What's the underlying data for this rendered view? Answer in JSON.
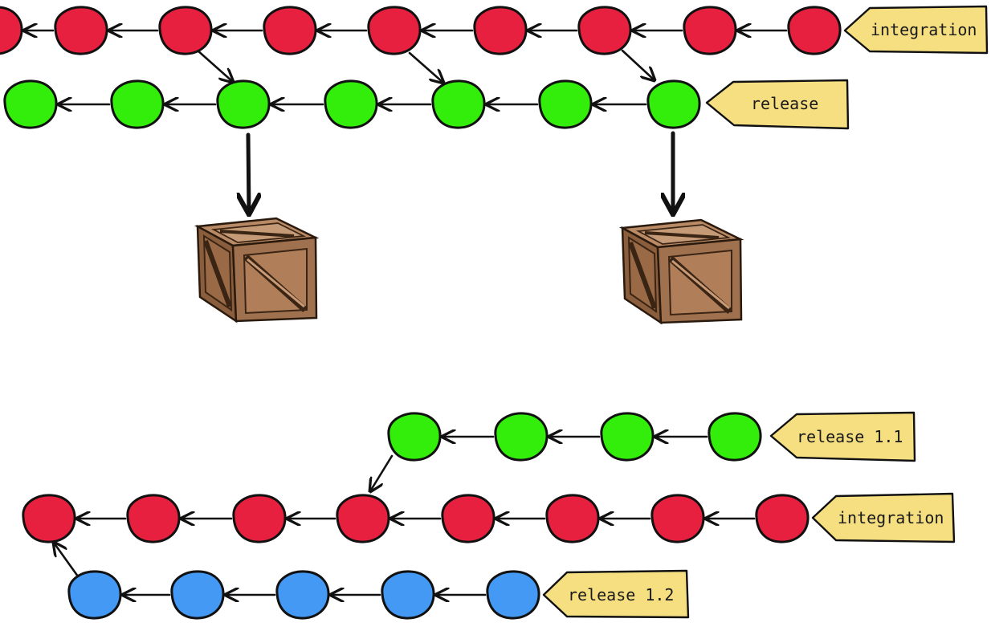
{
  "colors": {
    "integration": "#e8203f",
    "release": "#33ee0a",
    "release_1_2": "#4499f5",
    "tag_fill": "#f6df80",
    "crate_wood": "#a0714e",
    "crate_dark": "#6e4a2e",
    "background": "#ffffff"
  },
  "top_diagram": {
    "integration_tag": "integration",
    "release_tag": "release",
    "artifact_icon": "crate-icon"
  },
  "bottom_diagram": {
    "release_1_1_tag": "release 1.1",
    "integration_tag": "integration",
    "release_1_2_tag": "release 1.2"
  }
}
